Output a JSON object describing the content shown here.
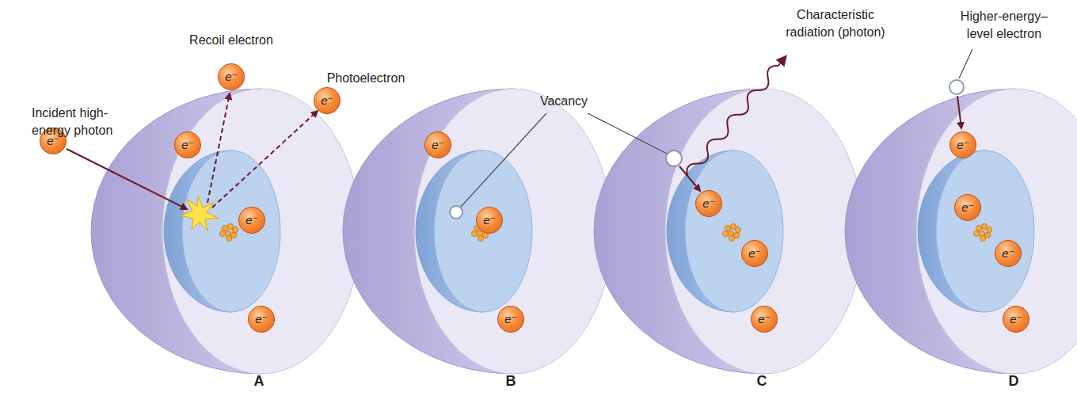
{
  "diagram": {
    "nodes": [
      {
        "text": [
          "e⁻"
        ]
      },
      {
        "text": [
          "e⁻"
        ]
      },
      {
        "text": [
          "e⁻"
        ]
      },
      {
        "text": [
          "e⁻"
        ]
      },
      {
        "text": [
          "e⁻"
        ]
      },
      {
        "text": [
          "e⁻"
        ]
      },
      {
        "text": [
          "e⁻"
        ]
      },
      {
        "text": [
          "e⁻"
        ]
      },
      {
        "text": [
          "e⁻"
        ]
      },
      {
        "text": [
          "e⁻"
        ]
      },
      {
        "text": [
          "e⁻"
        ]
      },
      {
        "text": [
          "e⁻"
        ]
      },
      {
        "text": [
          "e⁻"
        ]
      },
      {
        "text": [
          "e⁻"
        ]
      },
      {
        "text": [
          "e⁻"
        ]
      },
      {
        "text": [
          "e⁻"
        ]
      }
    ],
    "labels": [
      "Incident high-energy photon",
      "Recoil electron",
      "Photoelectron",
      "Vacancy",
      "Characteristic radiation (photon)",
      "Higher-energy–level electron",
      "A",
      "B",
      "C",
      "D"
    ]
  }
}
